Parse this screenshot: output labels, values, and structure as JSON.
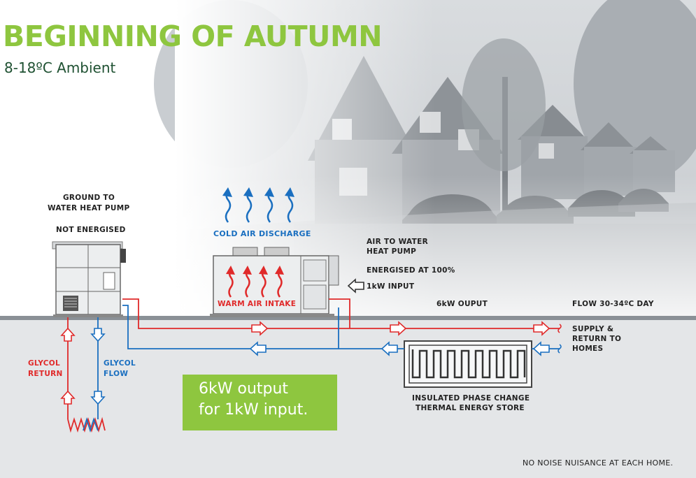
{
  "title": "BEGINNING OF AUTUMN",
  "subtitle": "8-18ºC Ambient",
  "ground_pump": {
    "label_line1": "GROUND TO",
    "label_line2": "WATER HEAT PUMP",
    "status": "NOT ENERGISED"
  },
  "air_pump": {
    "cold_air": "COLD AIR DISCHARGE",
    "warm_air": "WARM AIR INTAKE",
    "label_line1": "AIR TO WATER",
    "label_line2": "HEAT PUMP",
    "status": "ENERGISED AT 100%",
    "input": "1kW INPUT"
  },
  "output_label": "6kW OUPUT",
  "flow_label": "FLOW 30-34ºC DAY",
  "supply": {
    "line1": "SUPPLY &",
    "line2": "RETURN TO",
    "line3": "HOMES"
  },
  "glycol": {
    "return_line1": "GLYCOL",
    "return_line2": "RETURN",
    "flow_line1": "GLYCOL",
    "flow_line2": "FLOW"
  },
  "store": {
    "line1": "INSULATED PHASE CHANGE",
    "line2": "THERMAL ENERGY STORE"
  },
  "promo": {
    "line1": "6kW output",
    "line2": "for 1kW input."
  },
  "footer": "NO NOISE NUISANCE AT EACH HOME.",
  "colors": {
    "green": "#8ec63f",
    "dark_green": "#1f5132",
    "red": "#e02a2a",
    "blue": "#1a6fc0",
    "ground": "#e4e6e8"
  }
}
